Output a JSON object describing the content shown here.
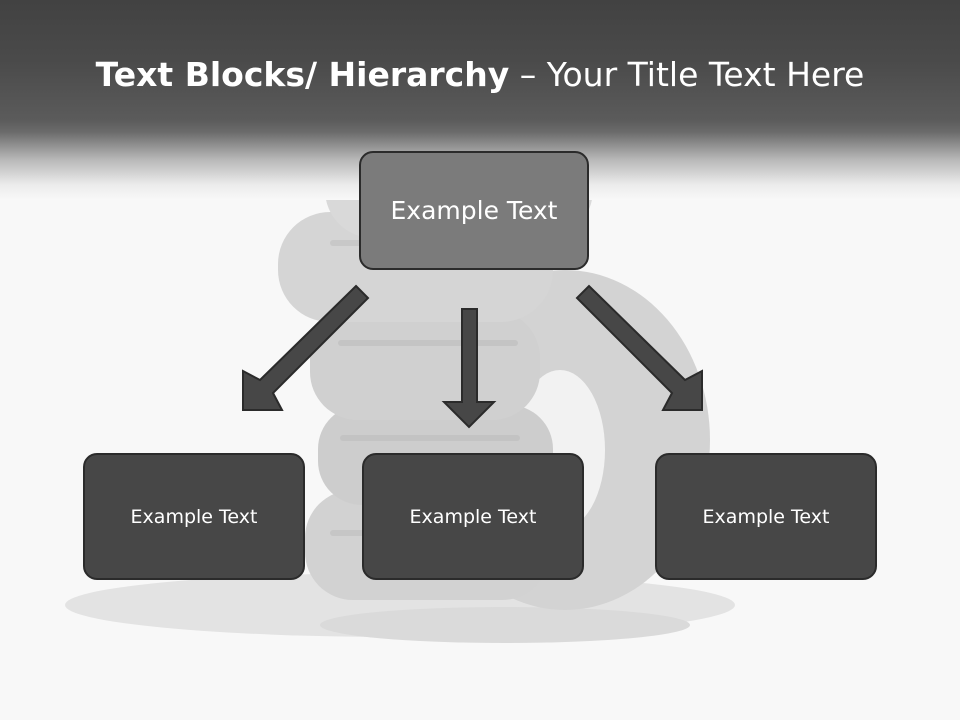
{
  "title": {
    "bold": "Text Blocks/ Hierarchy",
    "rest": " – Your Title Text Here"
  },
  "diagram": {
    "root": "Example Text",
    "children": [
      "Example Text",
      "Example Text",
      "Example Text"
    ]
  },
  "colors": {
    "header": "#444444",
    "root_fill": "#7b7b7b",
    "child_fill": "#474747",
    "arrow": "#474747",
    "outline": "#2b2b2b"
  }
}
